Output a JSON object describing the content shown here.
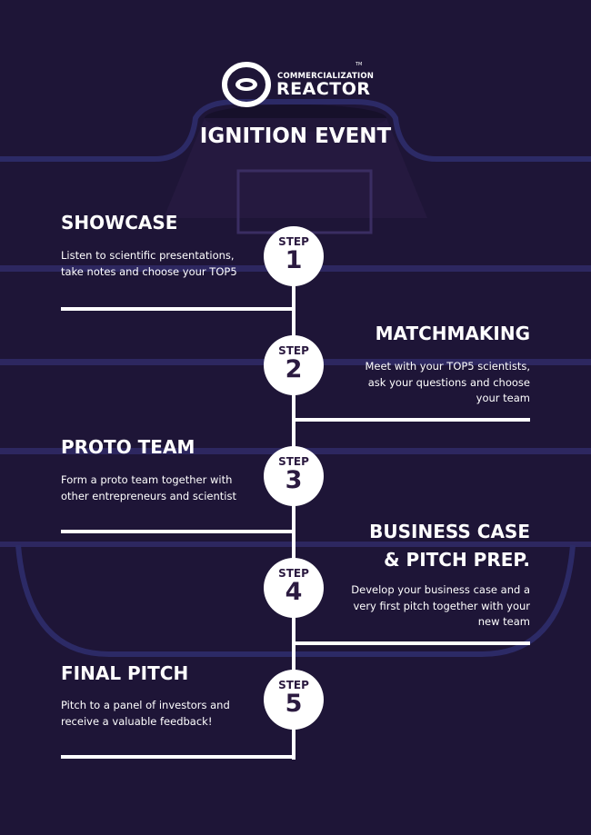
{
  "logo": {
    "line1": "COMMERCIALIZATION",
    "line2": "REACTOR",
    "tm": "TM"
  },
  "title": "IGNITION EVENT",
  "steps": [
    {
      "label": "STEP",
      "number": "1",
      "title": "SHOWCASE",
      "text": "Listen to scientific presentations, take notes and choose your TOP5"
    },
    {
      "label": "STEP",
      "number": "2",
      "title": "MATCHMAKING",
      "text": "Meet with your TOP5 scientists, ask your questions and choose your team"
    },
    {
      "label": "STEP",
      "number": "3",
      "title": "PROTO TEAM",
      "text": "Form a proto team together with other entrepreneurs and scientist"
    },
    {
      "label": "STEP",
      "number": "4",
      "title": "BUSINESS CASE & PITCH PREP.",
      "text": "Develop your business case and a very first pitch together with your new team"
    },
    {
      "label": "STEP",
      "number": "5",
      "title": "FINAL PITCH",
      "text": "Pitch to a panel of investors and receive a valuable feedback!"
    }
  ],
  "colors": {
    "background": "#1e1537",
    "accent": "#2b1a40"
  }
}
